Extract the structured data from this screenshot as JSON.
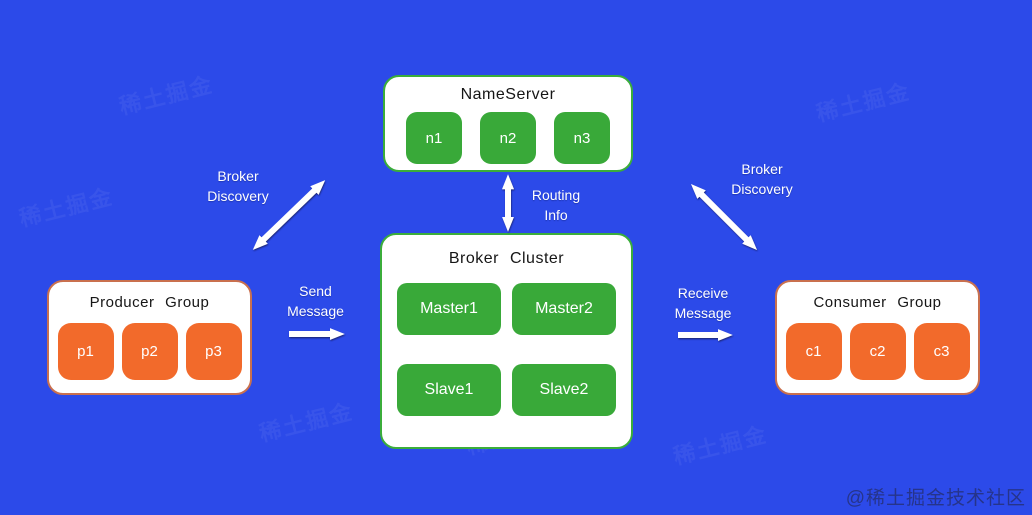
{
  "canvas": {
    "bg_watermark_text": "稀土掘金",
    "site_watermark": "@稀土掘金技术社区"
  },
  "colors": {
    "background": "#2C4AE9",
    "green_chip": "#39A939",
    "green_border": "#3BAD3B",
    "orange_chip": "#F26A2B",
    "orange_border": "#C9704E",
    "box_fill": "#FFFFFF",
    "title_text": "#161616",
    "label_text": "#FFFFFF"
  },
  "nodes": {
    "nameserver": {
      "title": "NameServer",
      "items": [
        "n1",
        "n2",
        "n3"
      ]
    },
    "broker": {
      "title": "Broker Cluster",
      "items": [
        "Master1",
        "Master2",
        "Slave1",
        "Slave2"
      ]
    },
    "producer": {
      "title": "Producer Group",
      "items": [
        "p1",
        "p2",
        "p3"
      ]
    },
    "consumer": {
      "title": "Consumer Group",
      "items": [
        "c1",
        "c2",
        "c3"
      ]
    }
  },
  "labels": {
    "broker_discovery_left": {
      "line1": "Broker",
      "line2": "Discovery"
    },
    "broker_discovery_right": {
      "line1": "Broker",
      "line2": "Discovery"
    },
    "routing_info": {
      "line1": "Routing",
      "line2": "Info"
    },
    "send_message": {
      "line1": "Send",
      "line2": "Message"
    },
    "receive_message": {
      "line1": "Receive",
      "line2": "Message"
    }
  }
}
